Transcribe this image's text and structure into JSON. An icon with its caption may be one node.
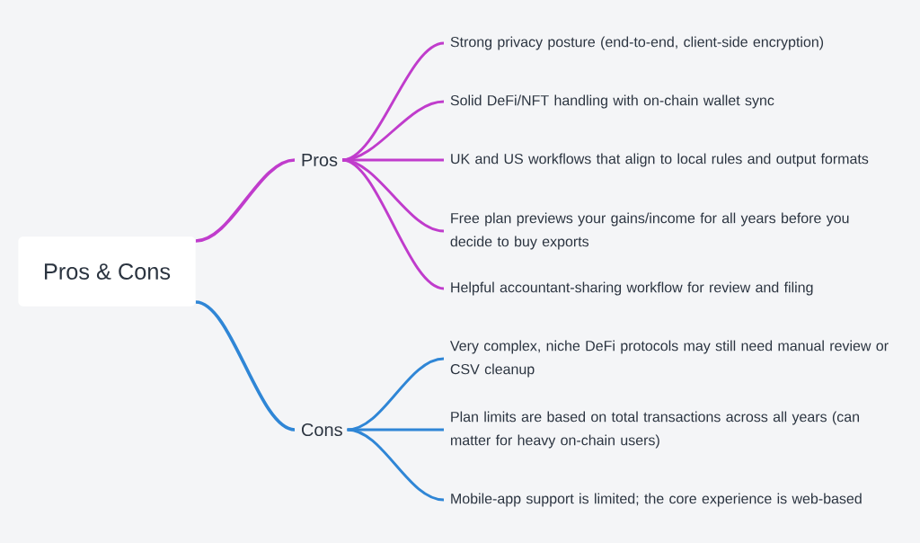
{
  "diagram": {
    "nodes": [
      {
        "text": [
          "Pros & Cons"
        ]
      },
      {
        "text": [
          "Pros"
        ]
      },
      {
        "text": [
          "Strong privacy posture (end-to-end, client-side encryption)"
        ]
      },
      {
        "text": [
          "Solid DeFi/NFT handling with on-chain wallet sync"
        ]
      },
      {
        "text": [
          "UK and US workflows that align to local rules and output formats"
        ]
      },
      {
        "text": [
          "Free plan previews your gains/income for all years before you decide to buy exports"
        ]
      },
      {
        "text": [
          "Helpful accountant-sharing workflow for review and filing"
        ]
      },
      {
        "text": [
          "Cons"
        ]
      },
      {
        "text": [
          "Very complex, niche DeFi protocols may still need manual review or CSV cleanup"
        ]
      },
      {
        "text": [
          "Plan limits are based on total transactions across all years (can matter for heavy on-chain users)"
        ]
      },
      {
        "text": [
          "Mobile-app support is limited; the core experience is web-based"
        ]
      }
    ],
    "edges": [
      {
        "from": 0,
        "to": 1,
        "arrow": "none"
      },
      {
        "from": 1,
        "to": 2,
        "arrow": "none"
      },
      {
        "from": 1,
        "to": 3,
        "arrow": "none"
      },
      {
        "from": 1,
        "to": 4,
        "arrow": "none"
      },
      {
        "from": 1,
        "to": 5,
        "arrow": "none"
      },
      {
        "from": 1,
        "to": 6,
        "arrow": "none"
      },
      {
        "from": 0,
        "to": 7,
        "arrow": "none",
        "color": "#2f86d6"
      },
      {
        "from": 7,
        "to": 8,
        "arrow": "none",
        "color": "#2f86d6"
      },
      {
        "from": 7,
        "to": 9,
        "arrow": "none",
        "color": "#2f86d6"
      },
      {
        "from": 7,
        "to": 10,
        "arrow": "none",
        "color": "#2f86d6"
      }
    ]
  }
}
